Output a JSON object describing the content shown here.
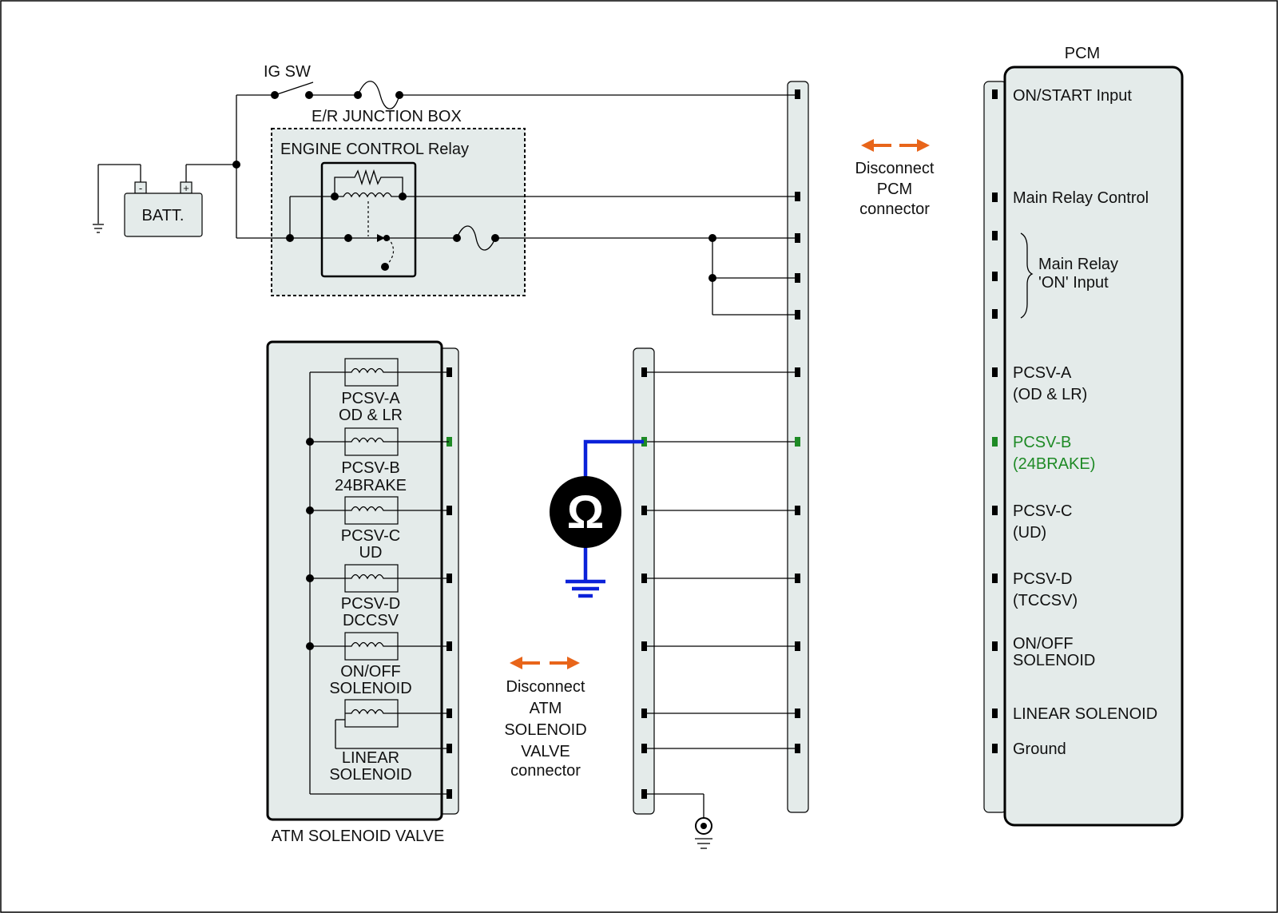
{
  "title": "PCM",
  "ig_switch": "IG SW",
  "junction_box": "E/R JUNCTION BOX",
  "relay": "ENGINE CONTROL Relay",
  "battery": "BATT.",
  "battery_minus": "-",
  "battery_plus": "+",
  "disconnect_pcm": [
    "Disconnect",
    "PCM",
    "connector"
  ],
  "disconnect_atm": [
    "Disconnect",
    "ATM",
    "SOLENOID",
    "VALVE",
    "connector"
  ],
  "atm_valve_title": "ATM SOLENOID VALVE",
  "meter_symbol": "Ω",
  "highlight_color": "#1e8a25",
  "meter_lead_color": "#0b22d9",
  "arrow_color": "#e8651a",
  "solenoids": [
    {
      "line1": "PCSV-A",
      "line2": "OD & LR"
    },
    {
      "line1": "PCSV-B",
      "line2": "24BRAKE"
    },
    {
      "line1": "PCSV-C",
      "line2": "UD"
    },
    {
      "line1": "PCSV-D",
      "line2": "DCCSV"
    },
    {
      "line1": "ON/OFF",
      "line2": "SOLENOID"
    },
    {
      "line1": "LINEAR",
      "line2": "SOLENOID"
    }
  ],
  "pcm_labels": {
    "on_start": "ON/START Input",
    "main_relay_control": "Main Relay Control",
    "main_relay_on_1": "Main Relay",
    "main_relay_on_2": "'ON' Input",
    "pcsv_a_1": "PCSV-A",
    "pcsv_a_2": "(OD & LR)",
    "pcsv_b_1": "PCSV-B",
    "pcsv_b_2": "(24BRAKE)",
    "pcsv_c_1": "PCSV-C",
    "pcsv_c_2": "(UD)",
    "pcsv_d_1": "PCSV-D",
    "pcsv_d_2": "(TCCSV)",
    "onoff_1": "ON/OFF",
    "onoff_2": "SOLENOID",
    "linear": "LINEAR SOLENOID",
    "ground": "Ground"
  }
}
